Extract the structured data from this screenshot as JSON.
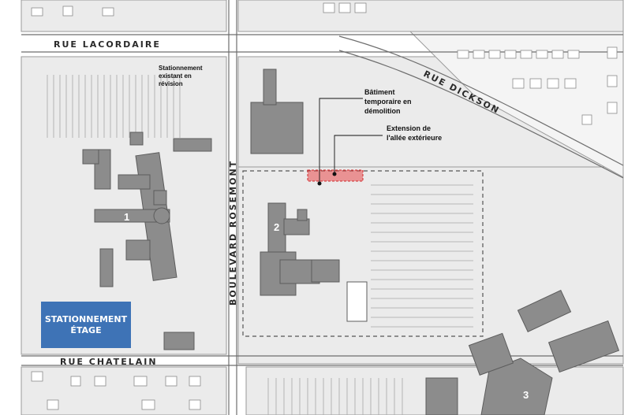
{
  "streets": {
    "lacordaire": "RUE LACORDAIRE",
    "dickson": "RUE DICKSON",
    "rosemont": "BOULEVARD ROSEMONT",
    "chatelain": "RUE CHATELAIN"
  },
  "annotations": {
    "parking_review": [
      "Stationnement",
      "existant en",
      "révision"
    ],
    "temp_building": [
      "Bâtiment",
      "temporaire en",
      "démolition"
    ],
    "alley_extension": [
      "Extension de",
      "l'allée extérieure"
    ]
  },
  "parking_garage": [
    "STATIONNEMENT",
    "ÉTAGE"
  ],
  "buildings": [
    "1",
    "2",
    "3"
  ],
  "colors": {
    "background": "#ffffff",
    "block": "#ebebeb",
    "building": "#8c8c8c",
    "road_line": "#6e6e6e",
    "highlight": "#e8484a",
    "garage": "#3e73b6"
  }
}
